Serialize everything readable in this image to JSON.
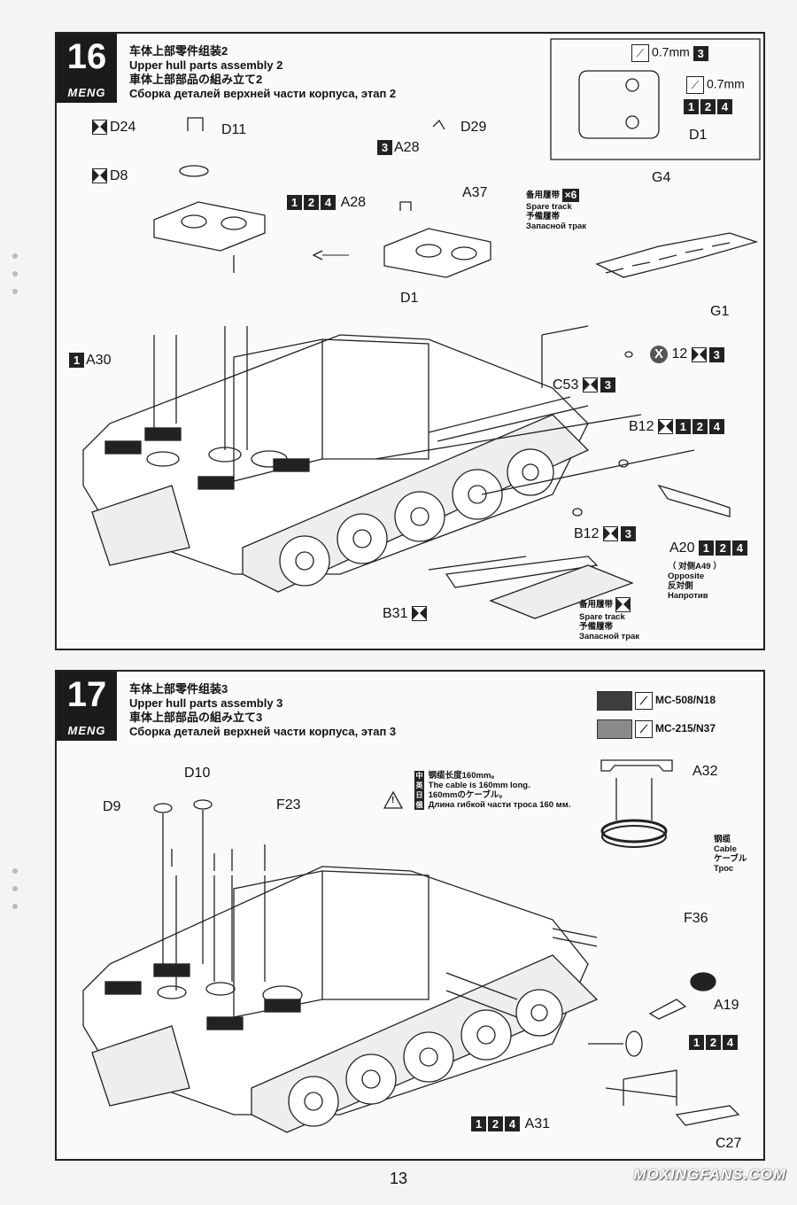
{
  "page_number": "13",
  "watermark": "MOXINGFANS.COM",
  "brand": "MENG",
  "step16": {
    "number": "16",
    "title_cn": "车体上部零件组装2",
    "title_en": "Upper hull parts assembly 2",
    "title_jp": "車体上部部品の組み立て2",
    "title_ru": "Сборка деталей верхней части корпуса, этап 2",
    "inset": {
      "drill_a": "0.7mm",
      "drill_a_variant": "3",
      "drill_b": "0.7mm",
      "drill_b_variants": [
        "1",
        "2",
        "4"
      ],
      "part": "D1"
    },
    "parts": {
      "d24": "D24",
      "d11": "D11",
      "d8": "D8",
      "d29": "D29",
      "a28_top": "A28",
      "a28_top_variant": "3",
      "a28_mid": "A28",
      "a28_mid_variants": [
        "1",
        "2",
        "4"
      ],
      "a37": "A37",
      "d1": "D1",
      "g4": "G4",
      "g1": "G1",
      "a30": "A30",
      "a30_variant": "1",
      "x12": "12",
      "x12_variant": "3",
      "c53": "C53",
      "c53_variant": "3",
      "b12_a": "B12",
      "b12_a_variants": [
        "1",
        "2",
        "4"
      ],
      "b12_b": "B12",
      "b12_b_variant": "3",
      "a20": "A20",
      "a20_variants": [
        "1",
        "2",
        "4"
      ],
      "b31": "B31"
    },
    "spare_track_cn": "备用履带",
    "spare_track_count": "×6",
    "spare_track_en": "Spare track",
    "spare_track_jp": "予備履帯",
    "spare_track_ru": "Запасной трак",
    "opposite_cn": "（ 对侧A49 ）",
    "opposite_en": "Opposite",
    "opposite_jp": "反対側",
    "opposite_ru": "Напротив"
  },
  "step17": {
    "number": "17",
    "title_cn": "车体上部零件组装3",
    "title_en": "Upper hull parts assembly 3",
    "title_jp": "車体上部部品の組み立て3",
    "title_ru": "Сборка деталей верхней части корпуса, этап 3",
    "paint_dark": "MC-508/N18",
    "paint_light": "MC-215/N37",
    "paint_dark_color": "#3d3d3d",
    "paint_light_color": "#8a8a8a",
    "cable_note_cn": "钢缆长度160mm。",
    "cable_note_en": "The cable is 160mm long.",
    "cable_note_jp": "160mmのケーブル。",
    "cable_note_ru": "Длина гибкой части троса 160 мм.",
    "lang_tags": [
      "中",
      "英",
      "日",
      "俄"
    ],
    "parts": {
      "d10": "D10",
      "d9": "D9",
      "f23": "F23",
      "a32": "A32",
      "f36": "F36",
      "a19": "A19",
      "a31": "A31",
      "c27": "C27",
      "a31_variants": [
        "1",
        "2",
        "4"
      ],
      "variants_mid": [
        "1",
        "2",
        "4"
      ]
    },
    "cable_cn": "钢缆",
    "cable_en": "Cable",
    "cable_jp": "ケーブル",
    "cable_ru": "Трос"
  }
}
